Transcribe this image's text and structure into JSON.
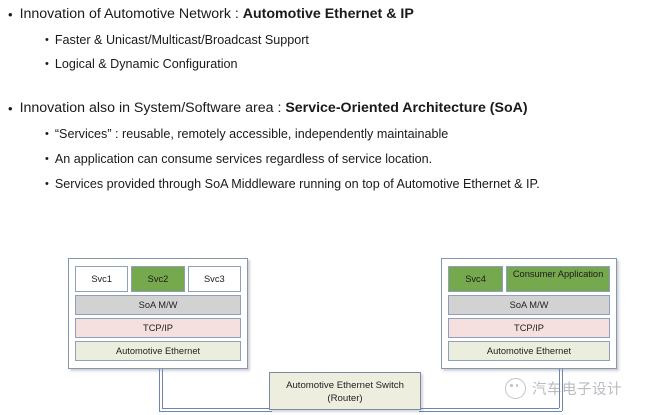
{
  "slide": {
    "bullets": [
      {
        "level": 1,
        "marker": "•",
        "text_plain": "Innovation of Automotive Network : ",
        "text_bold": "Automotive Ethernet & IP"
      },
      {
        "level": 2,
        "marker": "•",
        "text_plain": "Faster & Unicast/Multicast/Broadcast Support",
        "text_bold": ""
      },
      {
        "level": 2,
        "marker": "•",
        "text_plain": "Logical & Dynamic Configuration",
        "text_bold": ""
      },
      {
        "level": 1,
        "marker": "•",
        "text_plain": "Innovation also in System/Software area : ",
        "text_bold": "Service-Oriented Architecture (SoA)"
      },
      {
        "level": 2,
        "marker": "•",
        "text_plain": "“Services” : reusable, remotely accessible, independently maintainable",
        "text_bold": ""
      },
      {
        "level": 2,
        "marker": "•",
        "text_plain": "An application can consume services regardless of service location.",
        "text_bold": ""
      },
      {
        "level": 2,
        "marker": "•",
        "text_plain": "Services provided through SoA Middleware running on top of Automotive Ethernet & IP.",
        "text_bold": ""
      }
    ]
  },
  "diagram": {
    "ecu_left": {
      "services": [
        {
          "label": "Svc1",
          "highlight": false
        },
        {
          "label": "Svc2",
          "highlight": true
        },
        {
          "label": "Svc3",
          "highlight": false
        }
      ],
      "layers": [
        {
          "label": "SoA M/W",
          "color": "#d2d2d2"
        },
        {
          "label": "TCP/IP",
          "color": "#f6dfdf"
        },
        {
          "label": "Automotive Ethernet",
          "color": "#eceedd"
        }
      ]
    },
    "ecu_right": {
      "services": [
        {
          "label": "Svc4",
          "highlight": true
        },
        {
          "label": "Consumer Application",
          "highlight": true
        }
      ],
      "layers": [
        {
          "label": "SoA M/W",
          "color": "#d2d2d2"
        },
        {
          "label": "TCP/IP",
          "color": "#f6dfdf"
        },
        {
          "label": "Automotive Ethernet",
          "color": "#eceedd"
        }
      ]
    },
    "switch": {
      "line1": "Automotive Ethernet Switch",
      "line2": "(Router)"
    }
  },
  "watermark": {
    "icon": "wechat-icon",
    "text": "汽车电子设计"
  },
  "colors": {
    "service_highlight": "#76a84e",
    "middleware": "#d2d2d2",
    "tcpip": "#f6dfdf",
    "ethernet": "#eceedd",
    "box_border": "#8496b0",
    "connector": "#6f85ad"
  }
}
